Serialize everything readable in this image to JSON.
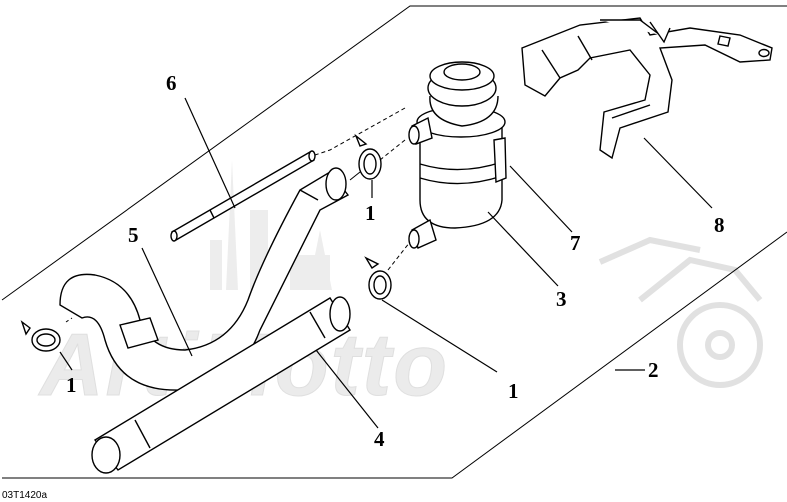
{
  "diagram": {
    "callouts": {
      "c1a": "1",
      "c1b": "1",
      "c1c": "1",
      "c2": "2",
      "c3": "3",
      "c4": "4",
      "c5": "5",
      "c6": "6",
      "c7": "7",
      "c8": "8"
    },
    "figure_code": "03T1420a",
    "watermark": "ArtiMotto"
  }
}
